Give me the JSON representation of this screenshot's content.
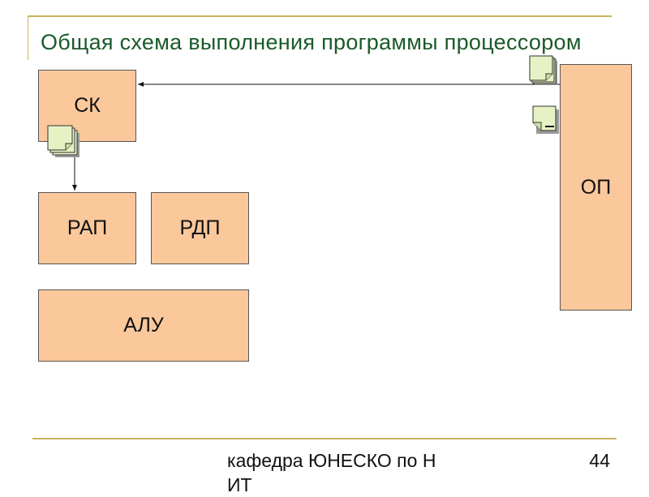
{
  "slide": {
    "title": "Общая схема выполнения программы процессором",
    "footer": "кафедра ЮНЕСКО по НИТ",
    "page_number": "44"
  },
  "blocks": {
    "sk": "СК",
    "rap": "РАП",
    "rdp": "РДП",
    "alu": "АЛУ",
    "op": "ОП"
  },
  "icons": {
    "instruction_stack": "document-stack-icon",
    "data_document": "document-icon"
  },
  "colors": {
    "rule": "#c8b45a",
    "title": "#1a5a2a",
    "block_fill": "#fbc89b",
    "block_border": "#555555",
    "icon_fill": "#e6f2c4",
    "icon_shadow": "#9a9a9a",
    "arrow": "#111111"
  }
}
